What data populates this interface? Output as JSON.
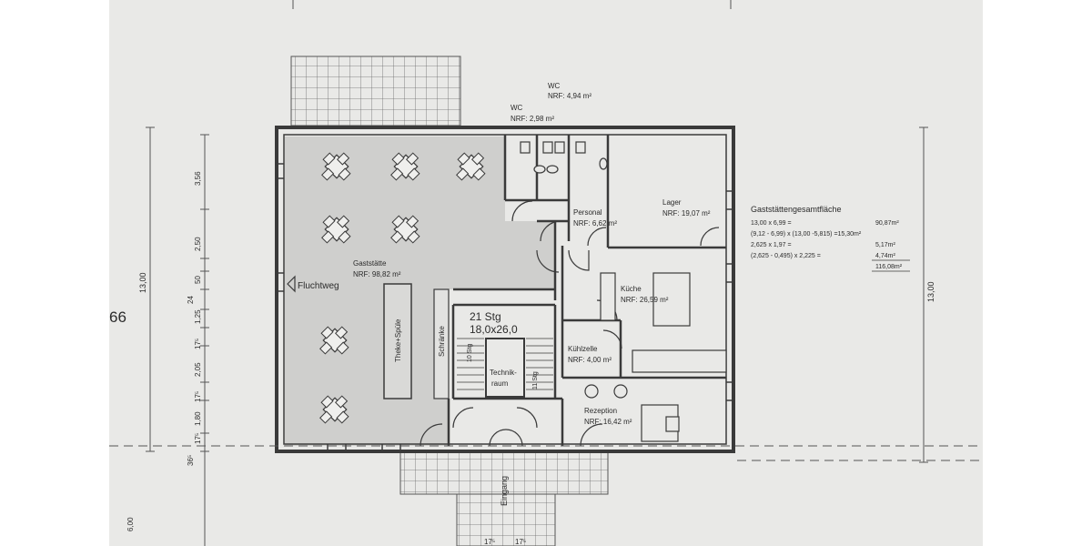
{
  "page_number": "66",
  "title": "Gaststättengesamtfläche",
  "area_calc": [
    {
      "formula": "13,00 x 6,99 =",
      "result": "90,87m²"
    },
    {
      "formula": "(9,12 - 6,99) x (13,00 -5,815) =15,30m²",
      "result": ""
    },
    {
      "formula": "2,625 x 1,97 =",
      "result": "5,17m²"
    },
    {
      "formula": "(2,625 - 0,495) x 2,225 =",
      "result": "4,74m²"
    }
  ],
  "area_total": "116,08m²",
  "rooms": {
    "wc1": {
      "name": "WC",
      "area": "NRF: 2,98 m²"
    },
    "wc2": {
      "name": "WC",
      "area": "NRF: 4,94 m²"
    },
    "gaststaette": {
      "name": "Gaststätte",
      "area": "NRF: 98,82 m²"
    },
    "personal": {
      "name": "Personal",
      "area": "NRF: 6,62 m²"
    },
    "lager": {
      "name": "Lager",
      "area": "NRF: 19,07 m²"
    },
    "kueche": {
      "name": "Küche",
      "area": "NRF: 26,59 m²"
    },
    "kuehlzelle": {
      "name": "Kühlzelle",
      "area": "NRF: 4,00 m²"
    },
    "rezeption": {
      "name": "Rezeption",
      "area": "NRF: 16,42 m²"
    },
    "technik": {
      "name_line1": "Technik-",
      "name_line2": "raum"
    }
  },
  "stairs": {
    "count": "21 Stg",
    "ratio": "18,0x26,0",
    "flight_a": "10 Stg",
    "flight_b": "11 Stg"
  },
  "labels": {
    "fluchtweg": "Fluchtweg",
    "theke": "Theke+Spüle",
    "schraenke": "Schränke",
    "eingang": "Eingang"
  },
  "dimensions": {
    "left_total": "13,00",
    "right_total": "13,00",
    "chain": [
      "3,56",
      "2,50",
      "50",
      "24",
      "1,25",
      "17⁵",
      "2,05",
      "17⁵",
      "1,80",
      "17⁵",
      "36⁵"
    ],
    "bottom_left": "6,00",
    "bottom_chain": [
      "17⁵",
      "17⁵"
    ]
  }
}
